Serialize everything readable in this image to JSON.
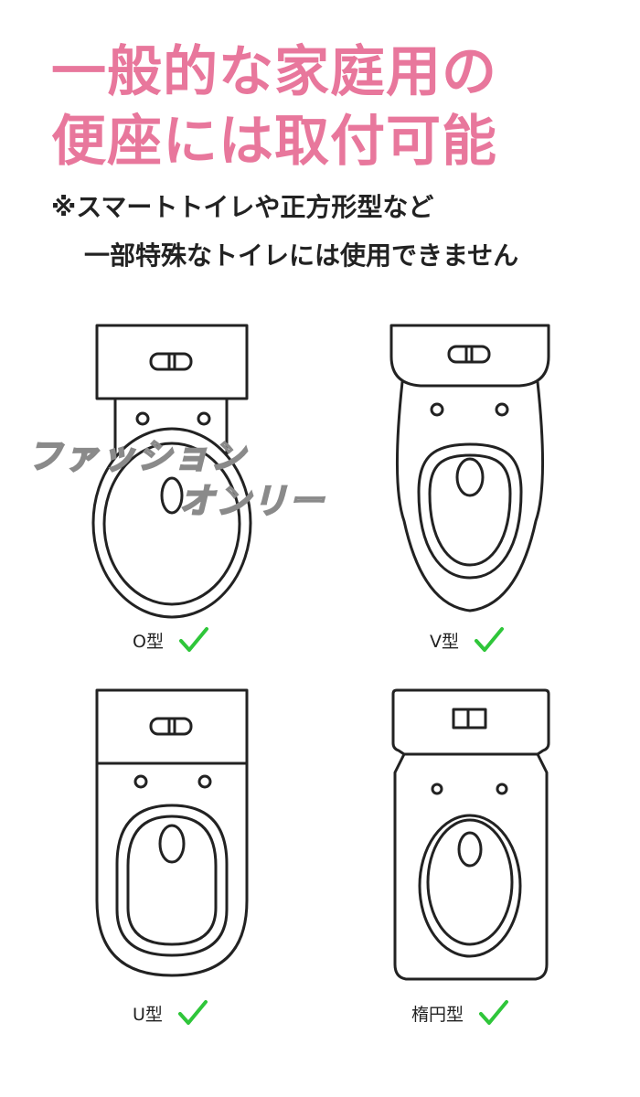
{
  "headline": {
    "line1": "一般的な家庭用の",
    "line2": "便座には取付可能"
  },
  "note": {
    "line1": "※スマートトイレや正方形型など",
    "line2": "一部特殊なトイレには使用できません"
  },
  "watermark": {
    "line1": "ファッション",
    "line2": "オンリー"
  },
  "colors": {
    "headline": "#e8779c",
    "check": "#2fc63a",
    "outline": "#222222"
  },
  "toilet_types": [
    {
      "label": "O型",
      "supported": true,
      "icon": "o-shape-toilet-icon"
    },
    {
      "label": "V型",
      "supported": true,
      "icon": "v-shape-toilet-icon"
    },
    {
      "label": "U型",
      "supported": true,
      "icon": "u-shape-toilet-icon"
    },
    {
      "label": "楕円型",
      "supported": true,
      "icon": "elliptical-toilet-icon"
    }
  ]
}
